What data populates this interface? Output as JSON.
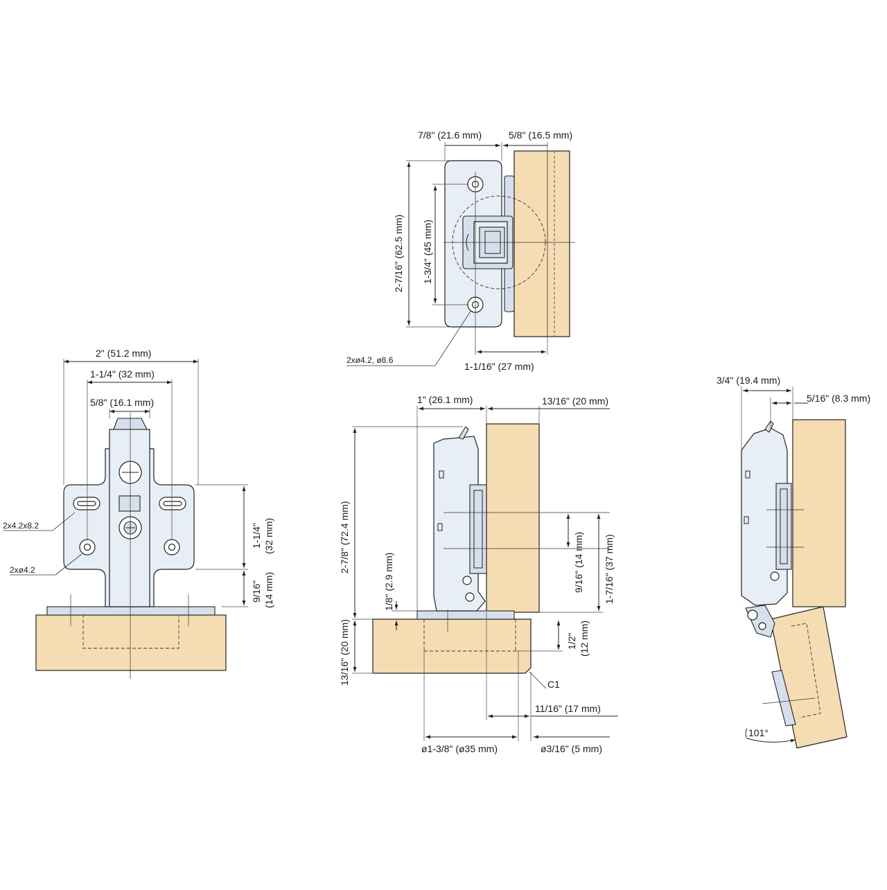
{
  "top_view": {
    "width_left": "7/8\" (21.6 mm)",
    "width_right": "5/8\" (16.5 mm)",
    "height_total": "2-7/16\" (62.5 mm)",
    "hole_pitch": "1-3/4\" (45 mm)",
    "holes": "2xø4.2, ø8.6",
    "depth": "1-1/16\" (27 mm)"
  },
  "front_view": {
    "overall_width": "2\" (51.2 mm)",
    "pitch_outer": "1-1/4\" (32 mm)",
    "pitch_inner": "5/8\" (16.1 mm)",
    "slots": "2x4.2x8.2",
    "holes": "2xø4.2",
    "height_upper_a": "1-1/4\"",
    "height_upper_b": "(32 mm)",
    "height_lower_a": "9/16\"",
    "height_lower_b": "(14 mm)"
  },
  "side_view": {
    "width_cup": "1\" (26.1 mm)",
    "door_thick": "13/16\" (20 mm)",
    "height_total": "2-7/8\" (72.4 mm)",
    "gap": "1/8\" (2.9 mm)",
    "pitch": "9/16\" (14 mm)",
    "height_plate": "1-7/16\" (37 mm)",
    "door_thickness": "13/16\" (20 mm)",
    "cup_depth_a": "1/2\"",
    "cup_depth_b": "(12 mm)",
    "chamfer": "C1",
    "edge_dist": "11/16\" (17 mm)",
    "cup_dia": "ø1-3/8\" (ø35 mm)",
    "min_dist": "ø3/16\" (5 mm)"
  },
  "open_view": {
    "width": "3/4\" (19.4 mm)",
    "overlay": "5/16\" (8.3 mm)",
    "angle": "101°"
  }
}
